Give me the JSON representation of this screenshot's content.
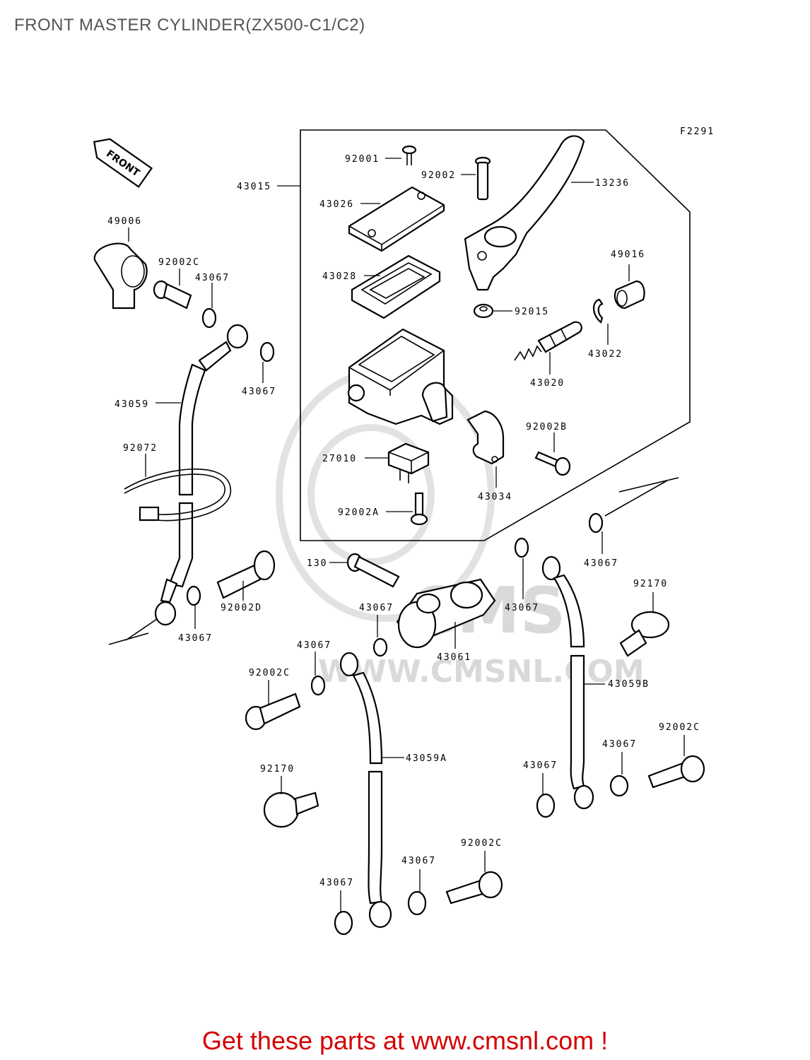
{
  "title": "FRONT MASTER CYLINDER(ZX500-C1/C2)",
  "figure_code": "F2291",
  "front_arrow_label": "FRONT",
  "watermark": "WWW.CMSNL.COM",
  "watermark_logo": "CMS",
  "cta": "Get these parts at www.cmsnl.com !",
  "labels": {
    "p43015": "43015",
    "p92001": "92001",
    "p92002": "92002",
    "p13236": "13236",
    "p43026": "43026",
    "p43028": "43028",
    "p92015": "92015",
    "p49016": "49016",
    "p43022": "43022",
    "p43020": "43020",
    "p92002B": "92002B",
    "p27010": "27010",
    "p43034": "43034",
    "p92002A": "92002A",
    "p49006": "49006",
    "p92002C_a": "92002C",
    "p43067_a": "43067",
    "p43067_b": "43067",
    "p43059": "43059",
    "p92072": "92072",
    "p43067_c": "43067",
    "p92002D": "92002D",
    "p130": "130",
    "p43067_d": "43067",
    "p43061": "43061",
    "p43067_e": "43067",
    "p43067_f": "43067",
    "p92170_a": "92170",
    "p43067_g": "43067",
    "p92002C_b": "92002C",
    "p43059B": "43059B",
    "p43059A": "43059A",
    "p92170_b": "92170",
    "p92002C_c": "92002C",
    "p43067_h": "43067",
    "p43067_i": "43067",
    "p43067_j": "43067",
    "p92002C_d": "92002C",
    "p43067_k": "43067"
  }
}
